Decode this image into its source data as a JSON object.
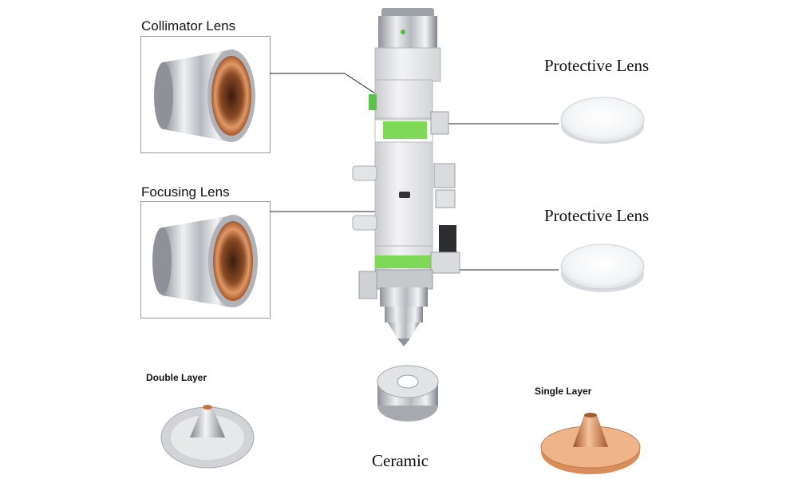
{
  "labels": {
    "collimator_lens": "Collimator Lens",
    "focusing_lens": "Focusing Lens",
    "protective_lens_top": "Protective Lens",
    "protective_lens_bottom": "Protective Lens",
    "double_layer": "Double Layer",
    "single_layer": "Single Layer",
    "ceramic": "Ceramic"
  },
  "colors": {
    "accent_green": "#7ed957",
    "copper": "#c8733f",
    "steel": "#c9ccd0"
  }
}
